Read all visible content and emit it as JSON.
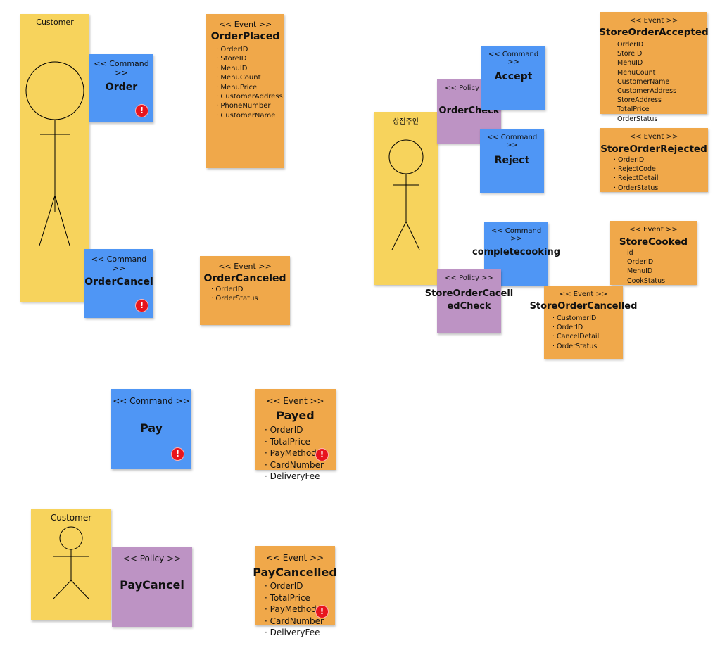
{
  "board": {
    "customer_actor": {
      "label": "Customer"
    },
    "cmd_order": {
      "stereotype": "<< Command >>",
      "title": "Order"
    },
    "evt_order_placed": {
      "stereotype": "<< Event >>",
      "title": "OrderPlaced",
      "attributes": [
        "OrderID",
        "StoreID",
        "MenuID",
        "MenuCount",
        "MenuPrice",
        "CustomerAddress",
        "PhoneNumber",
        "CustomerName"
      ]
    },
    "cmd_order_cancel": {
      "stereotype": "<< Command >>",
      "title": "OrderCancel"
    },
    "evt_order_canceled": {
      "stereotype": "<< Event >>",
      "title": "OrderCanceled",
      "attributes": [
        "OrderID",
        "OrderStatus"
      ]
    },
    "cmd_pay": {
      "stereotype": "<< Command >>",
      "title": "Pay"
    },
    "evt_payed": {
      "stereotype": "<< Event >>",
      "title": "Payed",
      "attributes": [
        "OrderID",
        "TotalPrice",
        "PayMethod",
        "CardNumber",
        "DeliveryFee"
      ]
    },
    "customer_actor_2": {
      "label": "Customer"
    },
    "pol_pay_cancel": {
      "stereotype": "<< Policy >>",
      "title": "PayCancel"
    },
    "evt_pay_cancelled": {
      "stereotype": "<< Event >>",
      "title": "PayCancelled",
      "attributes": [
        "OrderID",
        "TotalPrice",
        "PayMethod",
        "CardNumber",
        "DeliveryFee"
      ]
    },
    "owner_actor": {
      "label": "상점주인"
    },
    "pol_order_check": {
      "stereotype": "<< Policy >>",
      "title": "OrderCheck"
    },
    "cmd_accept": {
      "stereotype": "<< Command >>",
      "title": "Accept"
    },
    "cmd_reject": {
      "stereotype": "<< Command >>",
      "title": "Reject"
    },
    "evt_store_order_accepted": {
      "stereotype": "<< Event >>",
      "title": "StoreOrderAccepted",
      "attributes": [
        "OrderID",
        "StoreID",
        "MenuID",
        "MenuCount",
        "CustomerName",
        "CustomerAddress",
        "StoreAddress",
        "TotalPrice",
        "OrderStatus"
      ]
    },
    "evt_store_order_rejected": {
      "stereotype": "<< Event >>",
      "title": "StoreOrderRejected",
      "attributes": [
        "OrderID",
        "RejectCode",
        "RejectDetail",
        "OrderStatus"
      ]
    },
    "cmd_complete_cooking": {
      "stereotype": "<< Command >>",
      "title": "completecooking"
    },
    "evt_store_cooked": {
      "stereotype": "<< Event >>",
      "title": "StoreCooked",
      "attributes": [
        "id",
        "OrderID",
        "MenuID",
        "CookStatus"
      ]
    },
    "pol_store_order_cancelled_check": {
      "stereotype": "<< Policy >>",
      "title_line1": "StoreOrderCacell",
      "title_line2": "edCheck"
    },
    "evt_store_order_cancelled": {
      "stereotype": "<< Event >>",
      "title": "StoreOrderCancelled",
      "attributes": [
        "CustomerID",
        "OrderID",
        "CancelDetail",
        "OrderStatus"
      ]
    }
  }
}
